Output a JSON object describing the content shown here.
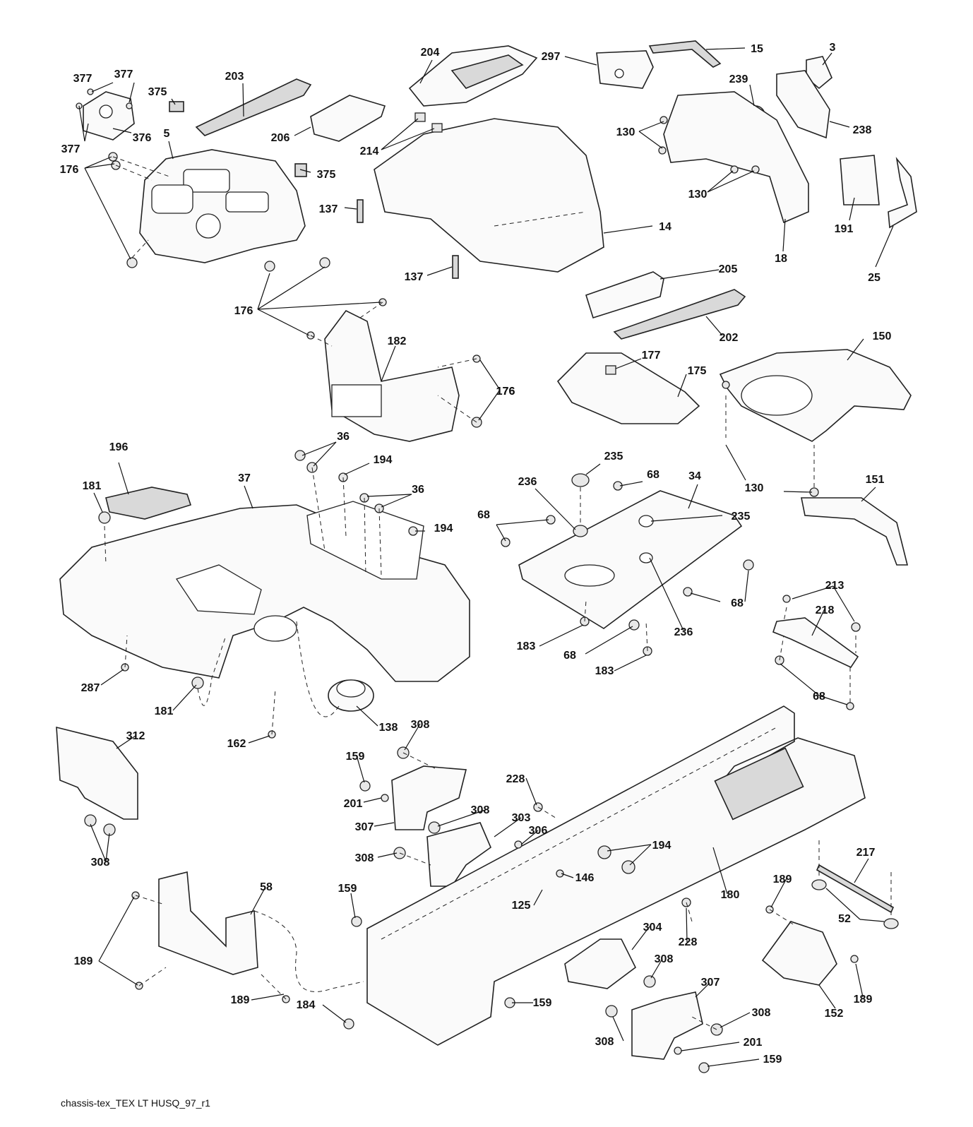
{
  "caption": "chassis-tex_TEX LT HUSQ_97_r1",
  "callouts": [
    "377",
    "377",
    "377",
    "376",
    "375",
    "375",
    "203",
    "5",
    "176",
    "176",
    "176",
    "206",
    "204",
    "214",
    "137",
    "137",
    "297",
    "15",
    "3",
    "239",
    "238",
    "130",
    "130",
    "18",
    "191",
    "25",
    "14",
    "205",
    "202",
    "182",
    "176",
    "150",
    "177",
    "175",
    "36",
    "36",
    "194",
    "194",
    "196",
    "181",
    "37",
    "235",
    "68",
    "34",
    "236",
    "68",
    "235",
    "130",
    "151",
    "68",
    "236",
    "183",
    "68",
    "183",
    "213",
    "218",
    "68",
    "287",
    "181",
    "162",
    "138",
    "312",
    "308",
    "308",
    "159",
    "201",
    "228",
    "307",
    "308",
    "303",
    "306",
    "194",
    "308",
    "146",
    "125",
    "180",
    "217",
    "189",
    "52",
    "58",
    "189",
    "189",
    "159",
    "184",
    "304",
    "308",
    "228",
    "159",
    "307",
    "308",
    "201",
    "159",
    "152",
    "189",
    "308"
  ]
}
